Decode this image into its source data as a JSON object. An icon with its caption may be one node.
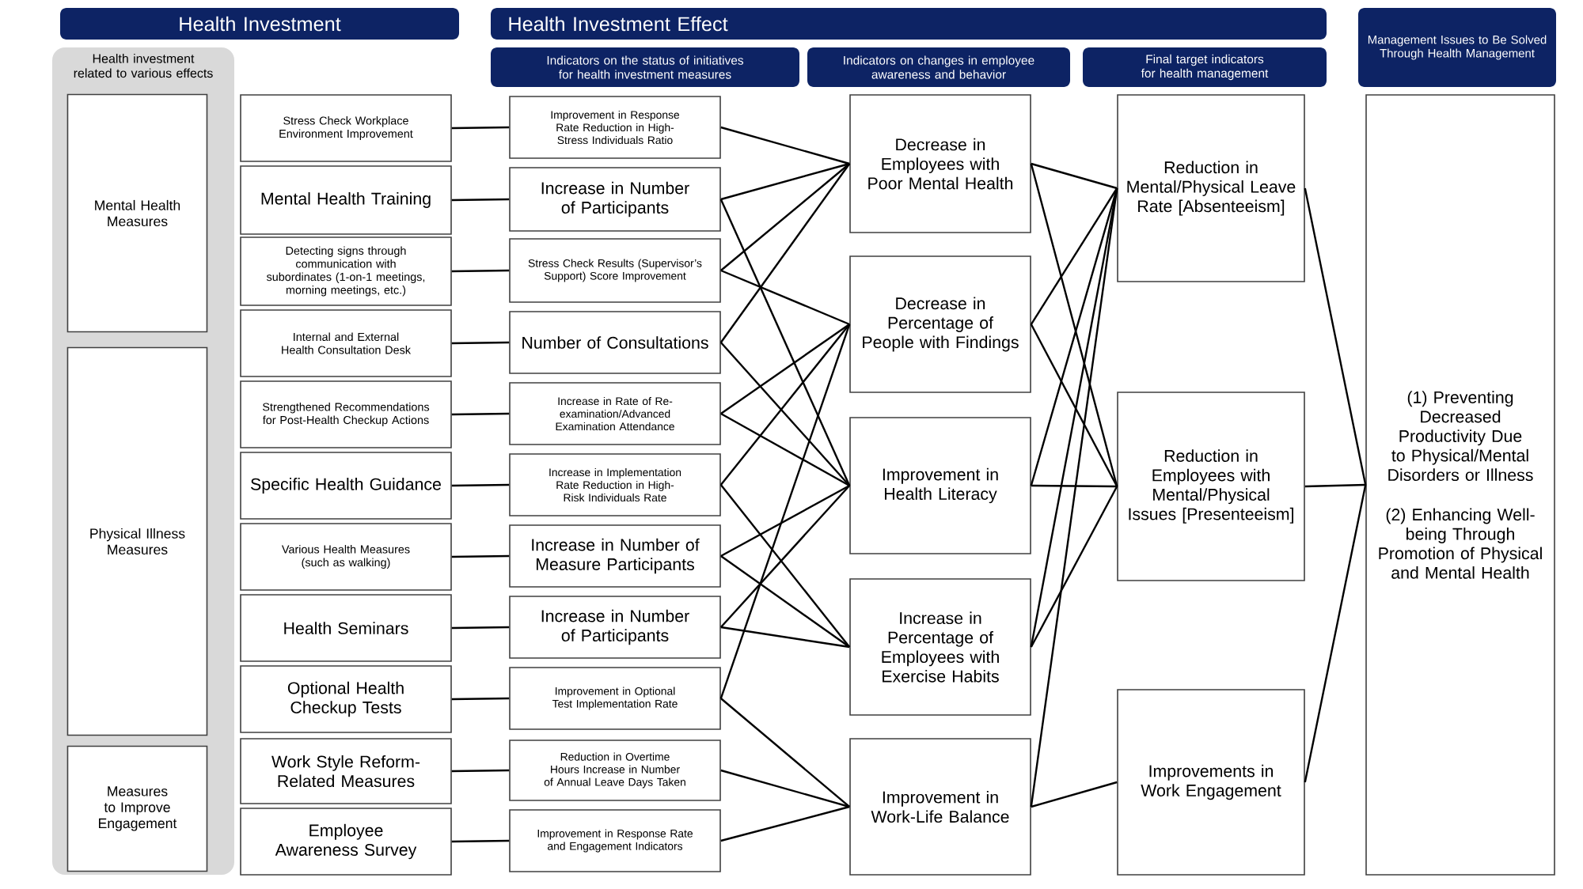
{
  "diagram": {
    "nodes": [
      {
        "text": [
          "Health Investment"
        ]
      },
      {
        "text": [
          "Health Investment Effect"
        ]
      },
      {
        "text": [
          "Health investment related to various effects"
        ]
      },
      {
        "text": [
          "Indicators on the status of initiatives for health investment measures"
        ]
      },
      {
        "text": [
          "Indicators on changes in employee awareness and behavior"
        ]
      },
      {
        "text": [
          "Final target indicators for health management"
        ]
      },
      {
        "text": [
          "Management Issues to Be Solved Through Health Management"
        ]
      },
      {
        "text": [
          "Mental Health Measures"
        ],
        "in": 2
      },
      {
        "text": [
          "Physical Illness Measures"
        ],
        "in": 2
      },
      {
        "text": [
          "Measures to Improve Engagement"
        ],
        "in": 2
      },
      {
        "text": [
          "Stress Check Workplace Environment Improvement"
        ]
      },
      {
        "text": [
          "Mental Health Training"
        ]
      },
      {
        "text": [
          "Detecting signs through communication with subordinates (1-on-1 meetings, morning meetings, etc.)"
        ]
      },
      {
        "text": [
          "Internal and External Health Consultation Desk"
        ]
      },
      {
        "text": [
          "Strengthened Recommendations for Post-Health Checkup Actions"
        ]
      },
      {
        "text": [
          "Specific Health Guidance"
        ]
      },
      {
        "text": [
          "Various Health Measures (such as walking)"
        ]
      },
      {
        "text": [
          "Health Seminars"
        ]
      },
      {
        "text": [
          "Optional Health Checkup Tests"
        ]
      },
      {
        "text": [
          "Work Style Reform-Related Measures"
        ]
      },
      {
        "text": [
          "Employee Awareness Survey"
        ]
      },
      {
        "text": [
          "Improvement in Response Rate Reduction in High-Stress Individuals Ratio"
        ]
      },
      {
        "text": [
          "Increase in Number of Participants"
        ]
      },
      {
        "text": [
          "Stress Check Results (Supervisor’s Support) Score Improvement"
        ]
      },
      {
        "text": [
          "Number of Consultations"
        ]
      },
      {
        "text": [
          "Increase in Rate of Re-examination/Advanced Examination Attendance"
        ]
      },
      {
        "text": [
          "Increase in Implementation Rate Reduction in High-Risk Individuals Rate"
        ]
      },
      {
        "text": [
          "Increase in Number of Measure Participants"
        ]
      },
      {
        "text": [
          "Increase in Number of Participants"
        ]
      },
      {
        "text": [
          "Improvement in Optional Test Implementation Rate"
        ]
      },
      {
        "text": [
          "Reduction in Overtime Hours Increase in Number of Annual Leave Days Taken"
        ]
      },
      {
        "text": [
          "Improvement in Response Rate and Engagement Indicators"
        ]
      },
      {
        "text": [
          "Decrease in Employees with Poor Mental Health"
        ]
      },
      {
        "text": [
          "Decrease in Percentage of People with Findings"
        ]
      },
      {
        "text": [
          "Improvement in Health Literacy"
        ]
      },
      {
        "text": [
          "Increase in Percentage of Employees with Exercise Habits"
        ]
      },
      {
        "text": [
          "Improvement in Work-Life Balance"
        ]
      },
      {
        "text": [
          "Reduction in Mental/Physical Leave Rate [Absenteeism]"
        ]
      },
      {
        "text": [
          "Reduction in Employees with Mental/Physical Issues [Presenteeism]"
        ]
      },
      {
        "text": [
          "Improvements in Work Engagement"
        ]
      },
      {
        "text": [
          "(1) Preventing Decreased Productivity Due to Physical/Mental Disorders or Illness",
          "(2) Enhancing Well-being Through Promotion of Physical and Mental Health"
        ]
      }
    ],
    "edges": [
      {
        "from": 10,
        "to": 21,
        "arrow": "none"
      },
      {
        "from": 11,
        "to": 22,
        "arrow": "none"
      },
      {
        "from": 12,
        "to": 23,
        "arrow": "none"
      },
      {
        "from": 13,
        "to": 24,
        "arrow": "none"
      },
      {
        "from": 14,
        "to": 25,
        "arrow": "none"
      },
      {
        "from": 15,
        "to": 26,
        "arrow": "none"
      },
      {
        "from": 16,
        "to": 27,
        "arrow": "none"
      },
      {
        "from": 17,
        "to": 28,
        "arrow": "none"
      },
      {
        "from": 18,
        "to": 29,
        "arrow": "none"
      },
      {
        "from": 19,
        "to": 30,
        "arrow": "none"
      },
      {
        "from": 20,
        "to": 31,
        "arrow": "none"
      },
      {
        "from": 21,
        "to": 32,
        "arrow": "none"
      },
      {
        "from": 22,
        "to": 32,
        "arrow": "none"
      },
      {
        "from": 22,
        "to": 34,
        "arrow": "none"
      },
      {
        "from": 23,
        "to": 32,
        "arrow": "none"
      },
      {
        "from": 23,
        "to": 33,
        "arrow": "none"
      },
      {
        "from": 24,
        "to": 32,
        "arrow": "none"
      },
      {
        "from": 24,
        "to": 34,
        "arrow": "none"
      },
      {
        "from": 25,
        "to": 33,
        "arrow": "none"
      },
      {
        "from": 25,
        "to": 34,
        "arrow": "none"
      },
      {
        "from": 26,
        "to": 33,
        "arrow": "none"
      },
      {
        "from": 26,
        "to": 35,
        "arrow": "none"
      },
      {
        "from": 27,
        "to": 34,
        "arrow": "none"
      },
      {
        "from": 27,
        "to": 35,
        "arrow": "none"
      },
      {
        "from": 28,
        "to": 34,
        "arrow": "none"
      },
      {
        "from": 28,
        "to": 35,
        "arrow": "none"
      },
      {
        "from": 29,
        "to": 33,
        "arrow": "none"
      },
      {
        "from": 29,
        "to": 36,
        "arrow": "none"
      },
      {
        "from": 30,
        "to": 36,
        "arrow": "none"
      },
      {
        "from": 31,
        "to": 36,
        "arrow": "none"
      },
      {
        "from": 32,
        "to": 37,
        "arrow": "none"
      },
      {
        "from": 32,
        "to": 38,
        "arrow": "none"
      },
      {
        "from": 33,
        "to": 37,
        "arrow": "none"
      },
      {
        "from": 33,
        "to": 38,
        "arrow": "none"
      },
      {
        "from": 34,
        "to": 37,
        "arrow": "none"
      },
      {
        "from": 34,
        "to": 38,
        "arrow": "none"
      },
      {
        "from": 35,
        "to": 37,
        "arrow": "none"
      },
      {
        "from": 35,
        "to": 38,
        "arrow": "none"
      },
      {
        "from": 36,
        "to": 37,
        "arrow": "none"
      },
      {
        "from": 36,
        "to": 39,
        "arrow": "none"
      },
      {
        "from": 37,
        "to": 40,
        "arrow": "none"
      },
      {
        "from": 38,
        "to": 40,
        "arrow": "none"
      },
      {
        "from": 39,
        "to": 40,
        "arrow": "none"
      }
    ]
  }
}
